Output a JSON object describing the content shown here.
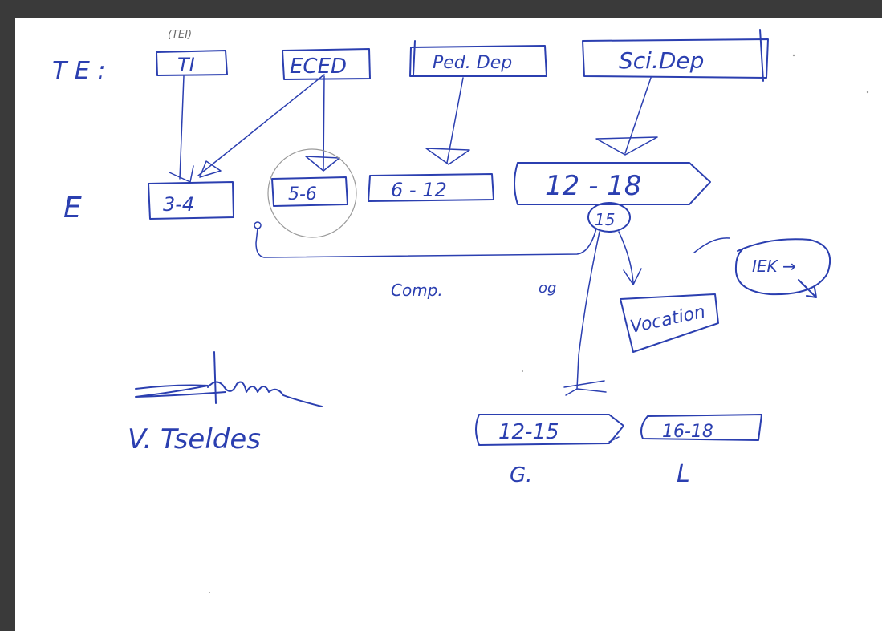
{
  "labels": {
    "te_row_prefix": "T E :",
    "tei_note": "(TEI)",
    "box_ti": "TI",
    "box_eced": "ECED",
    "box_ped_dep": "Ped. Dep",
    "box_sci_dep": "Sci.Dep",
    "e_row_prefix": "E",
    "box_3_4": "3-4",
    "box_5_6": "5-6",
    "box_6_12": "6 - 12",
    "box_12_18": "12 - 18",
    "circle_15": "15",
    "compulsory": "Comp.",
    "og": "og",
    "vocation": "Vocation",
    "iek": "IEK →",
    "box_12_15": "12-15",
    "box_16_18": "16-18",
    "label_g": "G.",
    "label_l": "L",
    "author": "V. Tseldes"
  },
  "colors": {
    "ink": "#2b3fb0",
    "pencil": "#9a9a9a",
    "frame": "#3a3a3a"
  }
}
